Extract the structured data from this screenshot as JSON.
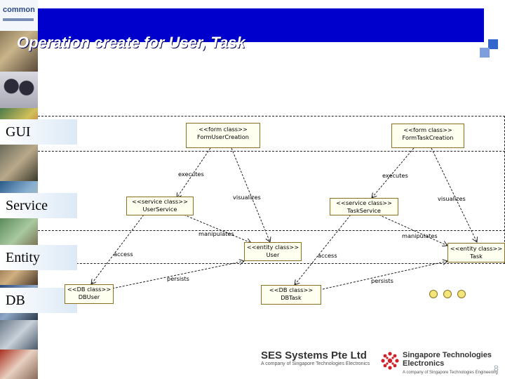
{
  "slide": {
    "title": "Operation create for User, Task",
    "page_number": "8"
  },
  "sidebar": {
    "logo_text": "common"
  },
  "layers": [
    {
      "id": "gui",
      "label": "GUI"
    },
    {
      "id": "service",
      "label": "Service"
    },
    {
      "id": "entity",
      "label": "Entity"
    },
    {
      "id": "db",
      "label": "DB"
    }
  ],
  "classes": [
    {
      "id": "form_user",
      "stereotype": "<<form class>>",
      "name": "FormUserCreation"
    },
    {
      "id": "form_task",
      "stereotype": "<<form class>>",
      "name": "FormTaskCreation"
    },
    {
      "id": "user_service",
      "stereotype": "<<service class>>",
      "name": "UserService"
    },
    {
      "id": "task_service",
      "stereotype": "<<service class>>",
      "name": "TaskService"
    },
    {
      "id": "user",
      "stereotype": "<<entity class>>",
      "name": "User"
    },
    {
      "id": "task",
      "stereotype": "<<entity class>>",
      "name": "Task"
    },
    {
      "id": "db_user",
      "stereotype": "<<DB class>>",
      "name": "DBUser"
    },
    {
      "id": "db_task",
      "stereotype": "<<DB class>>",
      "name": "DBTask"
    }
  ],
  "edges": [
    {
      "id": "user_executes",
      "from": "form_user",
      "to": "user_service",
      "label": "executes"
    },
    {
      "id": "user_visualizes",
      "from": "form_user",
      "to": "user",
      "label": "visualizes"
    },
    {
      "id": "user_manipulates",
      "from": "user_service",
      "to": "user",
      "label": "manipulates"
    },
    {
      "id": "user_access",
      "from": "user_service",
      "to": "db_user",
      "label": "access"
    },
    {
      "id": "user_persists",
      "from": "db_user",
      "to": "user",
      "label": "persists"
    },
    {
      "id": "task_executes",
      "from": "form_task",
      "to": "task_service",
      "label": "executes"
    },
    {
      "id": "task_visualizes",
      "from": "form_task",
      "to": "task",
      "label": "visualizes"
    },
    {
      "id": "task_manipulates",
      "from": "task_service",
      "to": "task",
      "label": "manipulates"
    },
    {
      "id": "task_access",
      "from": "task_service",
      "to": "db_task",
      "label": "access"
    },
    {
      "id": "task_persists",
      "from": "db_task",
      "to": "task",
      "label": "persists"
    }
  ],
  "footer": {
    "ses_name": "SES Systems Pte Ltd",
    "ses_sub": "A company of Singapore Technologies Electronics",
    "st_name_line1": "Singapore Technologies",
    "st_name_line2": "Electronics",
    "st_sub": "A company of Singapore Technologies Engineering"
  },
  "colors": {
    "title_bar": "#0000cc",
    "class_fill": "#fffff0",
    "class_border": "#8a7020",
    "layer_gradient_end": "#dce9f6",
    "st_logo": "#d0202a"
  },
  "icons": [
    "ses-logo-icon",
    "st-electronics-logo-icon",
    "object-circle-icon"
  ]
}
